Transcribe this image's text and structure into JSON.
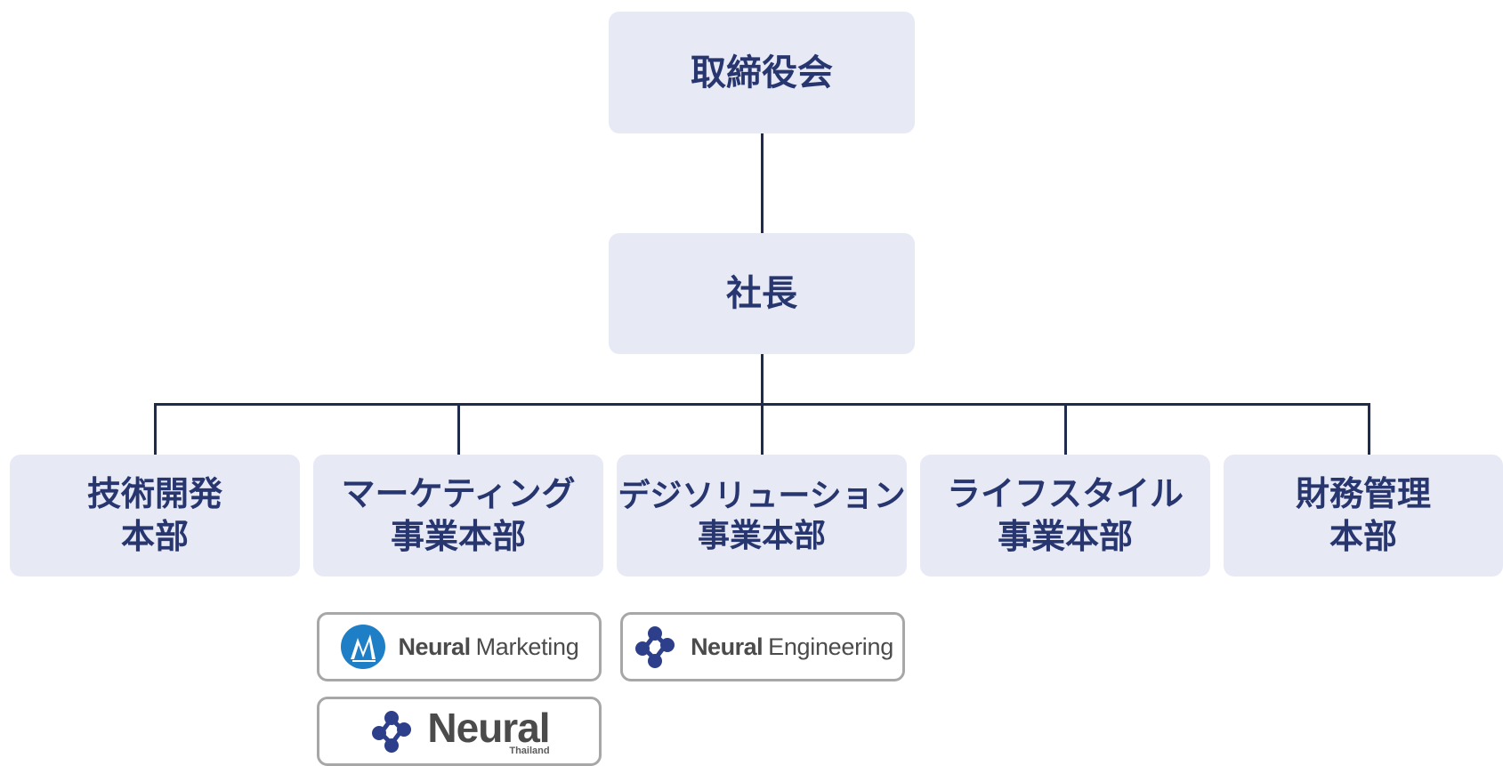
{
  "colors": {
    "box_fill": "#e7e9f5",
    "text": "#28366f",
    "connector": "#1f2a4d",
    "logo_border": "#a7a7a7",
    "logo_text": "#4b4b4b",
    "mark_blue": "#2d3f8a",
    "marketing_mark": "#1f7fc6"
  },
  "nodes": {
    "board": "取締役会",
    "president": "社長",
    "departments": [
      {
        "line1": "技術開発",
        "line2": "本部"
      },
      {
        "line1": "マーケティング",
        "line2": "事業本部"
      },
      {
        "line1": "デジソリューション",
        "line2": "事業本部"
      },
      {
        "line1": "ライフスタイル",
        "line2": "事業本部"
      },
      {
        "line1": "財務管理",
        "line2": "本部"
      }
    ]
  },
  "subsidiaries": {
    "marketing": {
      "icon": "neural-marketing-logo-icon",
      "brand": "Neural",
      "suffix": "Marketing"
    },
    "engineering": {
      "icon": "neural-network-logo-icon",
      "brand": "Neural",
      "suffix": "Engineering"
    },
    "thailand": {
      "icon": "neural-network-logo-icon",
      "brand": "Neural",
      "suffix": "Thailand"
    }
  }
}
